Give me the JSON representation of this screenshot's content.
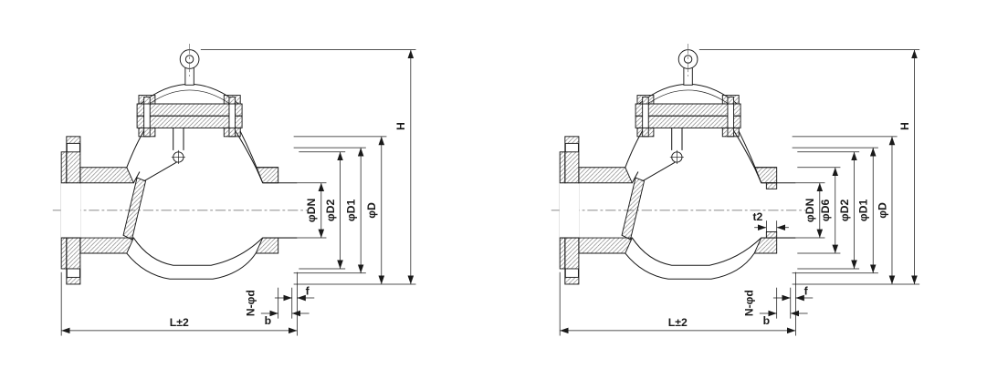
{
  "diagram": {
    "type": "engineering-drawing",
    "subject": "swing check valve cross-section, two flanged end variants with dimension callouts",
    "colors": {
      "line": "#1a1a1a",
      "background": "#ffffff"
    },
    "left": {
      "dn": "φDN",
      "d2": "φD2",
      "d1": "φD1",
      "d": "φD",
      "h": "H",
      "l": "L±2",
      "bolts": "N-φd",
      "b": "b",
      "f": "f"
    },
    "right": {
      "dn": "φDN",
      "d6": "φD6",
      "d2": "φD2",
      "d1": "φD1",
      "d": "φD",
      "h": "H",
      "l": "L±2",
      "bolts": "N-φd",
      "b": "b",
      "f": "f",
      "t2": "t2"
    }
  }
}
